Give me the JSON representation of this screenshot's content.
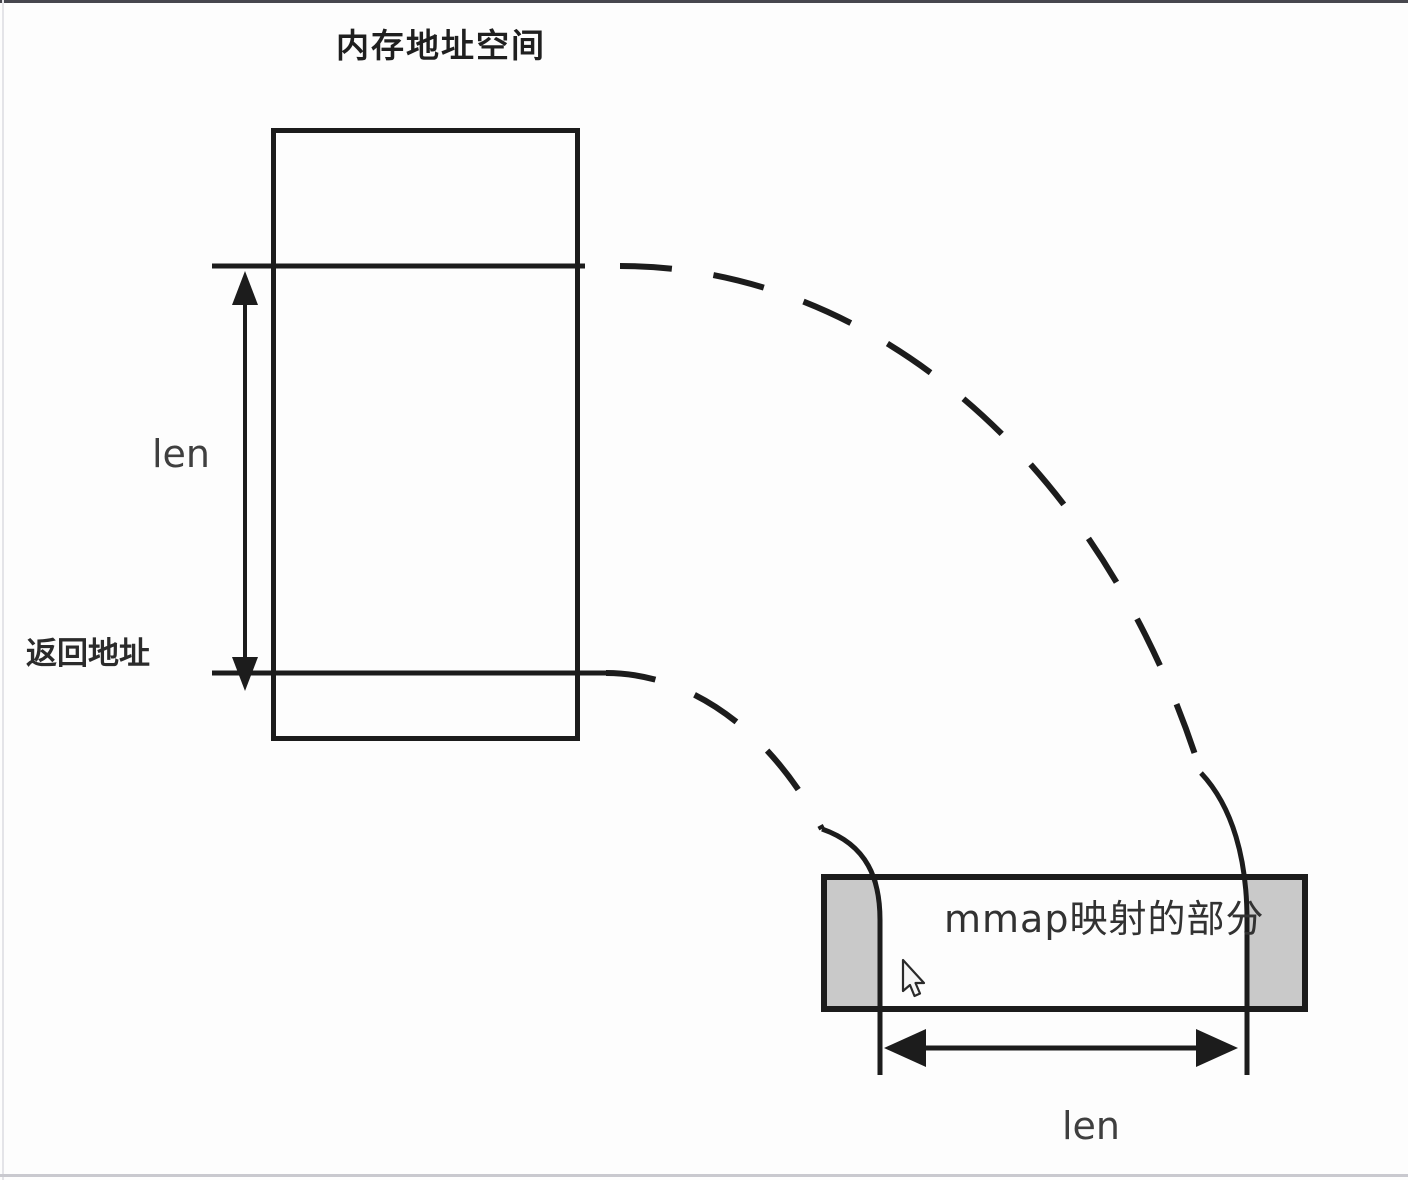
{
  "window": {
    "background": "#fdfdfd",
    "top_strip_color": "#47474e",
    "bottom_strip_color": "#c9c9cf"
  },
  "diagram": {
    "line_color": "#1c1c1c",
    "memory": {
      "title": "内存地址空间",
      "len_label": "len",
      "return_address_label": "返回地址"
    },
    "mmap": {
      "bar_label": "mmap映射的部分",
      "len_label": "len",
      "cap_color": "#c9c9c9"
    }
  },
  "icons": {
    "mouse_cursor": "arrow-pointer"
  }
}
